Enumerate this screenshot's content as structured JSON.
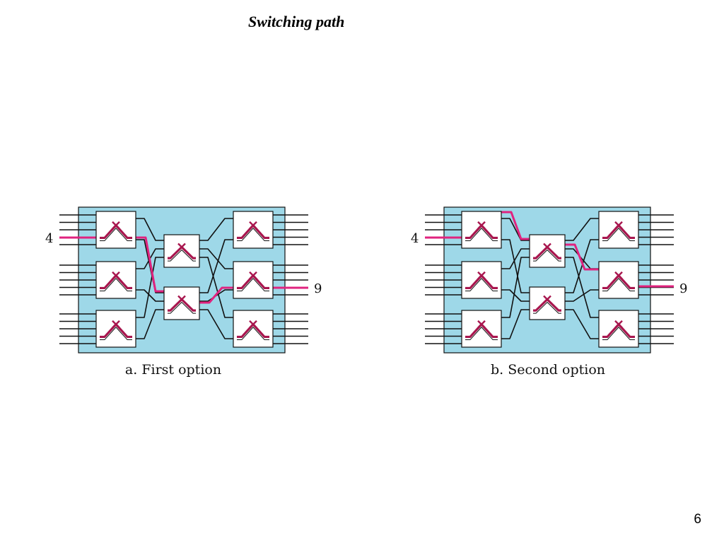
{
  "title": "Switching path",
  "colors": {
    "panel": "#9ed8e8",
    "switch_fill": "#ffffff",
    "wire": "#111111",
    "path": "#e0237f",
    "crosspoint": "#a8164e"
  },
  "diagrams": [
    {
      "input_label": "4",
      "output_label": "9",
      "caption": "a. First option"
    },
    {
      "input_label": "4",
      "output_label": "9",
      "caption": "b. Second option"
    }
  ],
  "page_number": "6"
}
